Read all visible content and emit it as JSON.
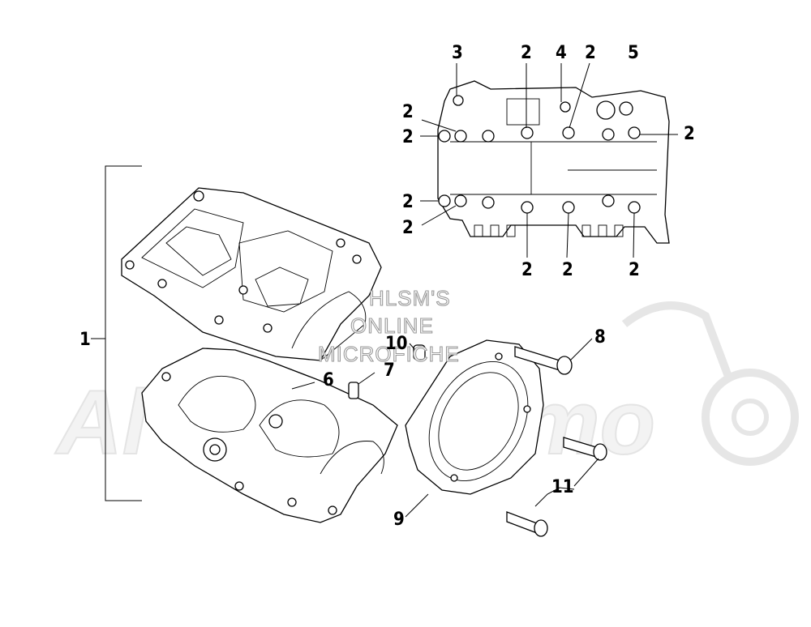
{
  "watermark": {
    "lines": [
      "HLSM'S",
      "ONLINE",
      "MICROFICHE"
    ]
  },
  "callouts": {
    "c1": "1",
    "c2": "2",
    "c3": "3",
    "c4": "4",
    "c5": "5",
    "c6": "6",
    "c7": "7",
    "c8": "8",
    "c9": "9",
    "c10": "10",
    "c11": "11"
  }
}
